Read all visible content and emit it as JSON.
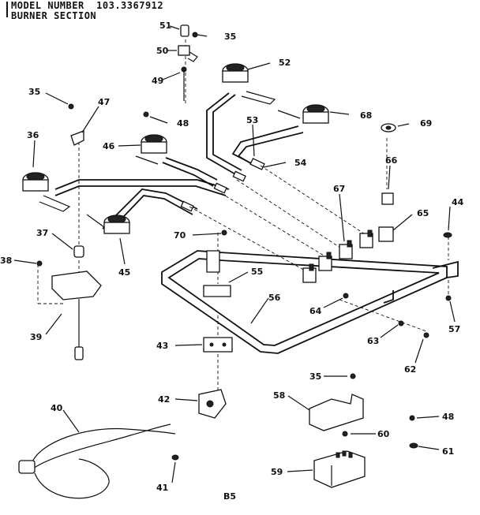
{
  "header": {
    "model_label": "MODEL NUMBER",
    "model_number": "103.3367912",
    "section": "BURNER SECTION"
  },
  "page_label": "B5",
  "callouts": [
    {
      "id": "c51",
      "text": "51"
    },
    {
      "id": "c35a",
      "text": "35"
    },
    {
      "id": "c50",
      "text": "50"
    },
    {
      "id": "c52",
      "text": "52"
    },
    {
      "id": "c49",
      "text": "49"
    },
    {
      "id": "c35b",
      "text": "35"
    },
    {
      "id": "c47",
      "text": "47"
    },
    {
      "id": "c48a",
      "text": "48"
    },
    {
      "id": "c68",
      "text": "68"
    },
    {
      "id": "c69",
      "text": "69"
    },
    {
      "id": "c36",
      "text": "36"
    },
    {
      "id": "c46",
      "text": "46"
    },
    {
      "id": "c53",
      "text": "53"
    },
    {
      "id": "c54",
      "text": "54"
    },
    {
      "id": "c66",
      "text": "66"
    },
    {
      "id": "c67",
      "text": "67"
    },
    {
      "id": "c44",
      "text": "44"
    },
    {
      "id": "c65",
      "text": "65"
    },
    {
      "id": "c37",
      "text": "37"
    },
    {
      "id": "c70",
      "text": "70"
    },
    {
      "id": "c38",
      "text": "38"
    },
    {
      "id": "c45",
      "text": "45"
    },
    {
      "id": "c55",
      "text": "55"
    },
    {
      "id": "c64",
      "text": "64"
    },
    {
      "id": "c56",
      "text": "56"
    },
    {
      "id": "c57",
      "text": "57"
    },
    {
      "id": "c39",
      "text": "39"
    },
    {
      "id": "c63",
      "text": "63"
    },
    {
      "id": "c43",
      "text": "43"
    },
    {
      "id": "c62",
      "text": "62"
    },
    {
      "id": "c35c",
      "text": "35"
    },
    {
      "id": "c42",
      "text": "42"
    },
    {
      "id": "c58",
      "text": "58"
    },
    {
      "id": "c40",
      "text": "40"
    },
    {
      "id": "c48b",
      "text": "48"
    },
    {
      "id": "c60",
      "text": "60"
    },
    {
      "id": "c61",
      "text": "61"
    },
    {
      "id": "c41",
      "text": "41"
    },
    {
      "id": "c59",
      "text": "59"
    }
  ]
}
